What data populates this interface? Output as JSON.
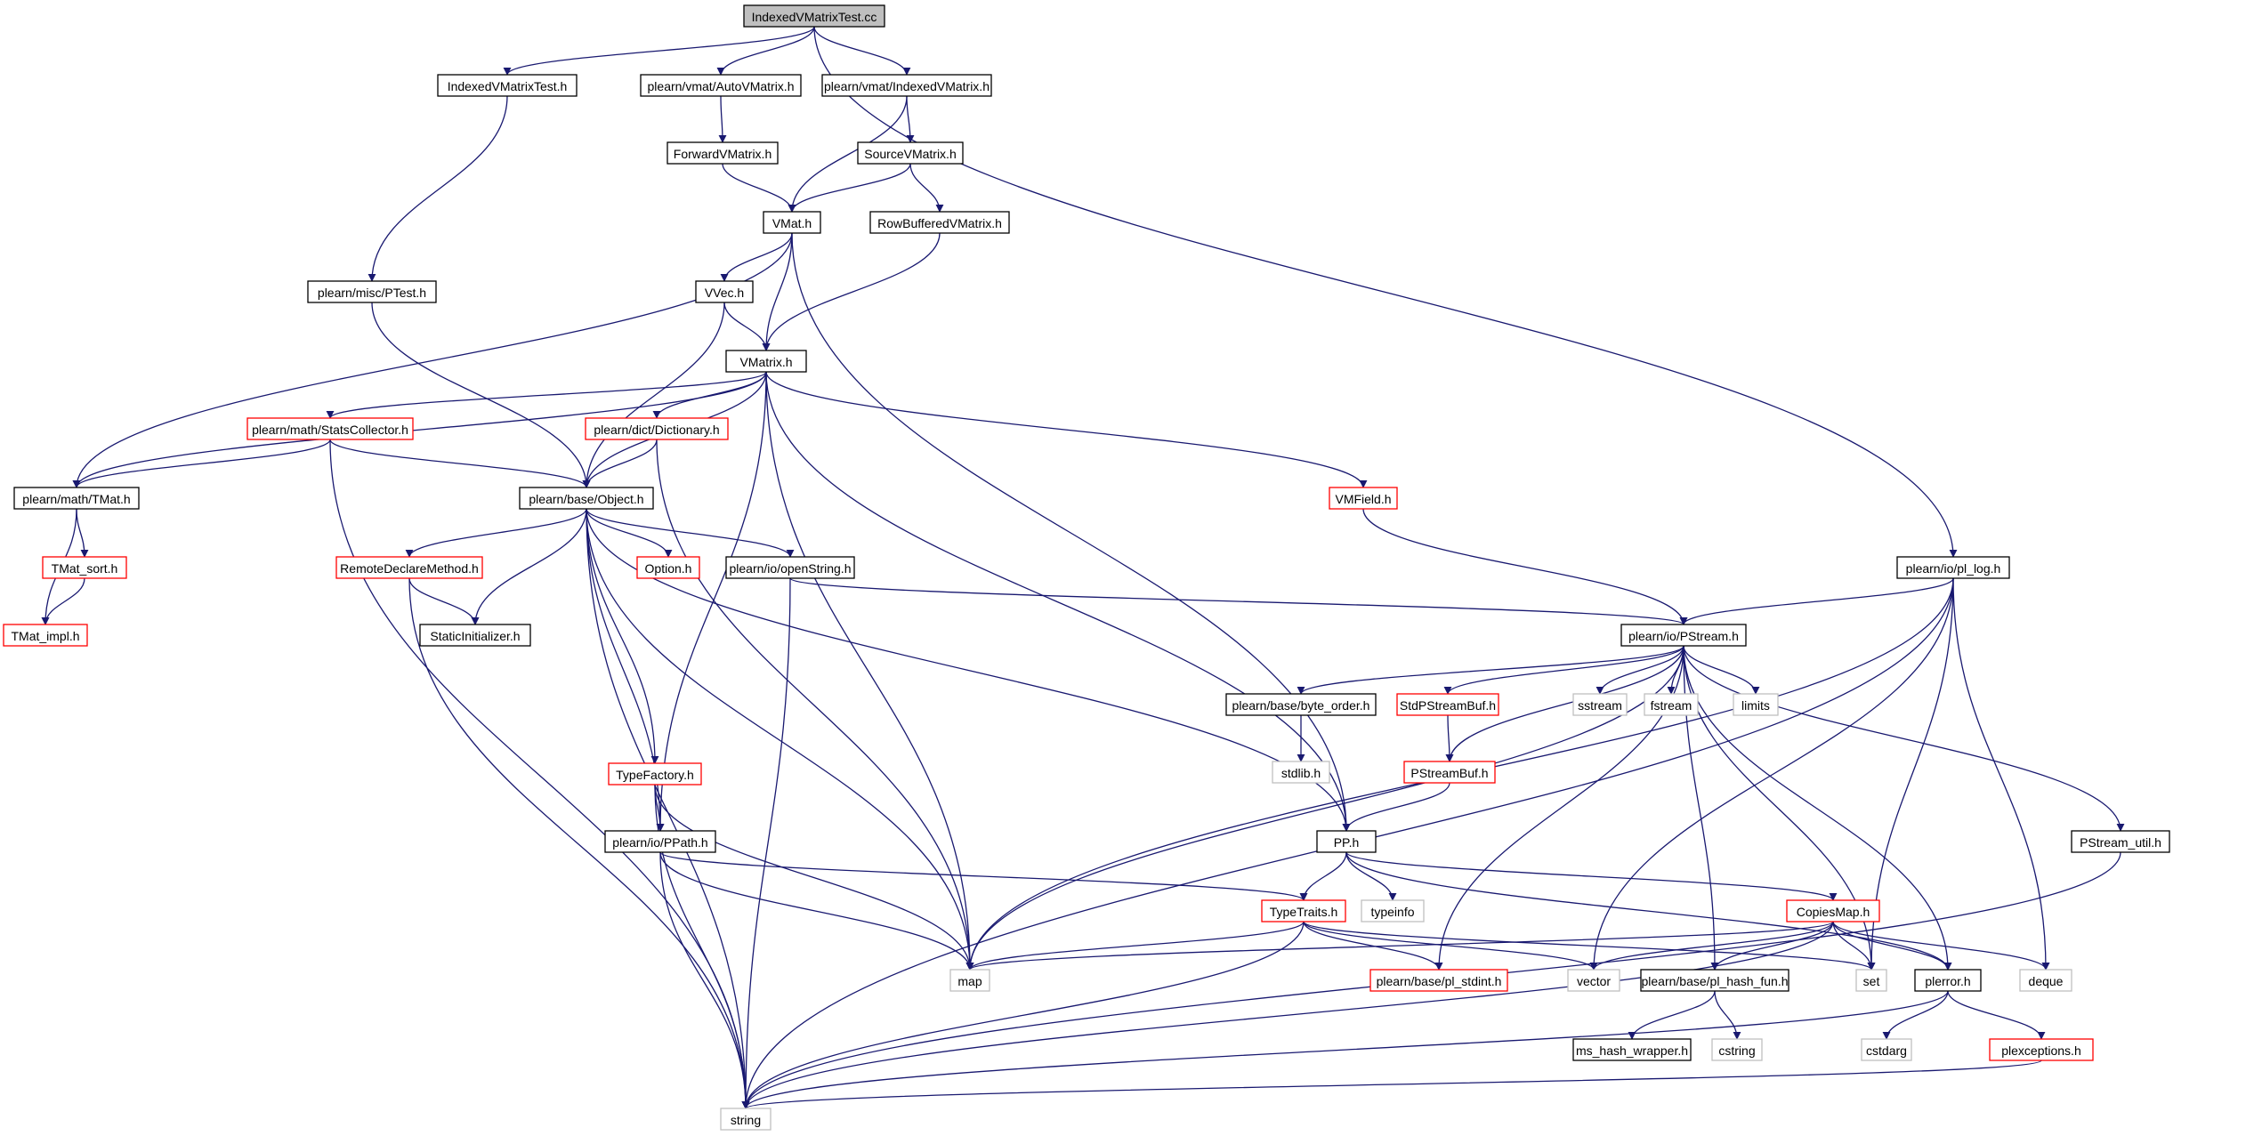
{
  "colors": {
    "edge": "#191970",
    "node_border": "#000000",
    "node_border_incomplete": "#ff0000",
    "node_border_external": "#bfbfbf",
    "root_fill": "#bfbfbf",
    "background": "#ffffff"
  },
  "nodes": [
    {
      "id": "root",
      "label": "IndexedVMatrixTest.cc",
      "kind": "root"
    },
    {
      "id": "ivmt_h",
      "label": "IndexedVMatrixTest.h",
      "kind": "black"
    },
    {
      "id": "autovm",
      "label": "plearn/vmat/AutoVMatrix.h",
      "kind": "black"
    },
    {
      "id": "indexedvm",
      "label": "plearn/vmat/IndexedVMatrix.h",
      "kind": "black"
    },
    {
      "id": "forwardvm",
      "label": "ForwardVMatrix.h",
      "kind": "black"
    },
    {
      "id": "sourcevm",
      "label": "SourceVMatrix.h",
      "kind": "black"
    },
    {
      "id": "vmat",
      "label": "VMat.h",
      "kind": "black"
    },
    {
      "id": "rowbuf",
      "label": "RowBufferedVMatrix.h",
      "kind": "black"
    },
    {
      "id": "ptest",
      "label": "plearn/misc/PTest.h",
      "kind": "black"
    },
    {
      "id": "vvec",
      "label": "VVec.h",
      "kind": "black"
    },
    {
      "id": "vmatrix",
      "label": "VMatrix.h",
      "kind": "black"
    },
    {
      "id": "stats",
      "label": "plearn/math/StatsCollector.h",
      "kind": "red"
    },
    {
      "id": "dict",
      "label": "plearn/dict/Dictionary.h",
      "kind": "red"
    },
    {
      "id": "vmfield",
      "label": "VMField.h",
      "kind": "red"
    },
    {
      "id": "tmat",
      "label": "plearn/math/TMat.h",
      "kind": "black"
    },
    {
      "id": "object",
      "label": "plearn/base/Object.h",
      "kind": "black"
    },
    {
      "id": "pllog",
      "label": "plearn/io/pl_log.h",
      "kind": "black"
    },
    {
      "id": "tmatsort",
      "label": "TMat_sort.h",
      "kind": "red"
    },
    {
      "id": "remote",
      "label": "RemoteDeclareMethod.h",
      "kind": "red"
    },
    {
      "id": "option",
      "label": "Option.h",
      "kind": "red"
    },
    {
      "id": "openstr",
      "label": "plearn/io/openString.h",
      "kind": "black"
    },
    {
      "id": "tmatimpl",
      "label": "TMat_impl.h",
      "kind": "red"
    },
    {
      "id": "staticinit",
      "label": "StaticInitializer.h",
      "kind": "black"
    },
    {
      "id": "pstream",
      "label": "plearn/io/PStream.h",
      "kind": "black"
    },
    {
      "id": "byteorder",
      "label": "plearn/base/byte_order.h",
      "kind": "black"
    },
    {
      "id": "stdpsb",
      "label": "StdPStreamBuf.h",
      "kind": "red"
    },
    {
      "id": "sstream",
      "label": "sstream",
      "kind": "gray"
    },
    {
      "id": "fstream",
      "label": "fstream",
      "kind": "gray"
    },
    {
      "id": "limits",
      "label": "limits",
      "kind": "gray"
    },
    {
      "id": "stdlib",
      "label": "stdlib.h",
      "kind": "gray"
    },
    {
      "id": "psb",
      "label": "PStreamBuf.h",
      "kind": "red"
    },
    {
      "id": "typefactory",
      "label": "TypeFactory.h",
      "kind": "red"
    },
    {
      "id": "pp",
      "label": "PP.h",
      "kind": "black"
    },
    {
      "id": "pstreamutil",
      "label": "PStream_util.h",
      "kind": "black"
    },
    {
      "id": "ppath",
      "label": "plearn/io/PPath.h",
      "kind": "black"
    },
    {
      "id": "typetraits",
      "label": "TypeTraits.h",
      "kind": "red"
    },
    {
      "id": "typeinfo",
      "label": "typeinfo",
      "kind": "gray"
    },
    {
      "id": "copiesmap",
      "label": "CopiesMap.h",
      "kind": "red"
    },
    {
      "id": "map",
      "label": "map",
      "kind": "gray"
    },
    {
      "id": "stdint",
      "label": "plearn/base/pl_stdint.h",
      "kind": "red"
    },
    {
      "id": "vector",
      "label": "vector",
      "kind": "gray"
    },
    {
      "id": "hashfun",
      "label": "plearn/base/pl_hash_fun.h",
      "kind": "black"
    },
    {
      "id": "set",
      "label": "set",
      "kind": "gray"
    },
    {
      "id": "plerror",
      "label": "plerror.h",
      "kind": "black"
    },
    {
      "id": "deque",
      "label": "deque",
      "kind": "gray"
    },
    {
      "id": "mshash",
      "label": "ms_hash_wrapper.h",
      "kind": "black"
    },
    {
      "id": "cstring",
      "label": "cstring",
      "kind": "gray"
    },
    {
      "id": "cstdarg",
      "label": "cstdarg",
      "kind": "gray"
    },
    {
      "id": "plexc",
      "label": "plexceptions.h",
      "kind": "red"
    },
    {
      "id": "string",
      "label": "string",
      "kind": "gray"
    }
  ]
}
